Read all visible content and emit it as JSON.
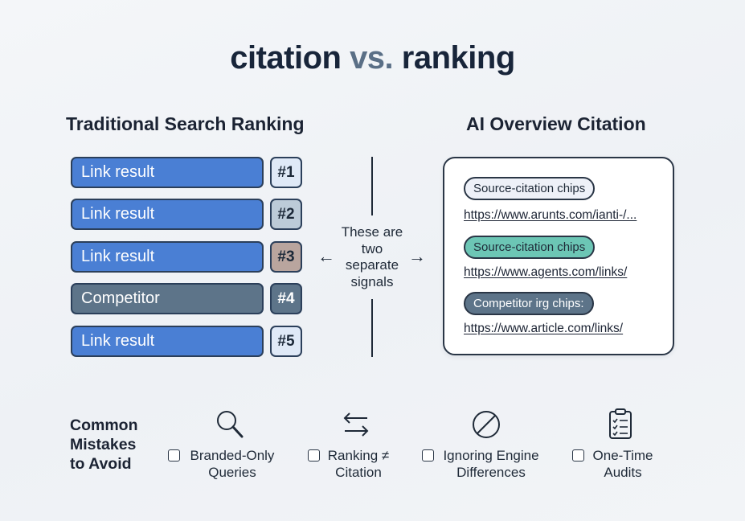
{
  "title": {
    "main": "citation",
    "vs": "vs.",
    "end": "ranking"
  },
  "left": {
    "heading": "Traditional Search Ranking",
    "rows": [
      {
        "label": "Link result",
        "rank": "#1",
        "kind": "link",
        "badge_color": "#dfe9f7"
      },
      {
        "label": "Link result",
        "rank": "#2",
        "kind": "link",
        "badge_color": "#bccbd8"
      },
      {
        "label": "Link result",
        "rank": "#3",
        "kind": "link",
        "badge_color": "#b9a59e"
      },
      {
        "label": "Competitor",
        "rank": "#4",
        "kind": "competitor",
        "badge_color": "#5d7489"
      },
      {
        "label": "Link result",
        "rank": "#5",
        "kind": "link",
        "badge_color": "#dfe9f7"
      }
    ]
  },
  "middle": {
    "line1": "These are",
    "line2": "two",
    "line3": "separate",
    "line4": "signals"
  },
  "right": {
    "heading": "AI Overview Citation",
    "items": [
      {
        "chip": "Source-citation chips",
        "url": "https://www.arunts.com/ianti-/...",
        "chip_color": "#eef1f8"
      },
      {
        "chip": "Source-citation chips",
        "url": "https://www.agents.com/links/",
        "chip_color": "#6cc6b5"
      },
      {
        "chip": "Competitor irg chips:",
        "url": "https://www.article.com/links/",
        "chip_color": "#5d7489"
      }
    ]
  },
  "mistakes": {
    "heading_line1": "Common",
    "heading_line2": "Mistakes",
    "heading_line3": "to Avoid",
    "items": [
      {
        "icon": "magnifier-icon",
        "line1": "Branded-Only",
        "line2": "Queries"
      },
      {
        "icon": "swap-arrows-icon",
        "line1": "Ranking ≠",
        "line2": "Citation"
      },
      {
        "icon": "prohibited-icon",
        "line1": "Ignoring Engine",
        "line2": "Differences"
      },
      {
        "icon": "clipboard-checklist-icon",
        "line1": "One-Time",
        "line2": "Audits"
      }
    ]
  },
  "colors": {
    "link_bar": "#4a7fd4",
    "competitor_bar": "#5d7489",
    "text_dark": "#1b2333"
  }
}
